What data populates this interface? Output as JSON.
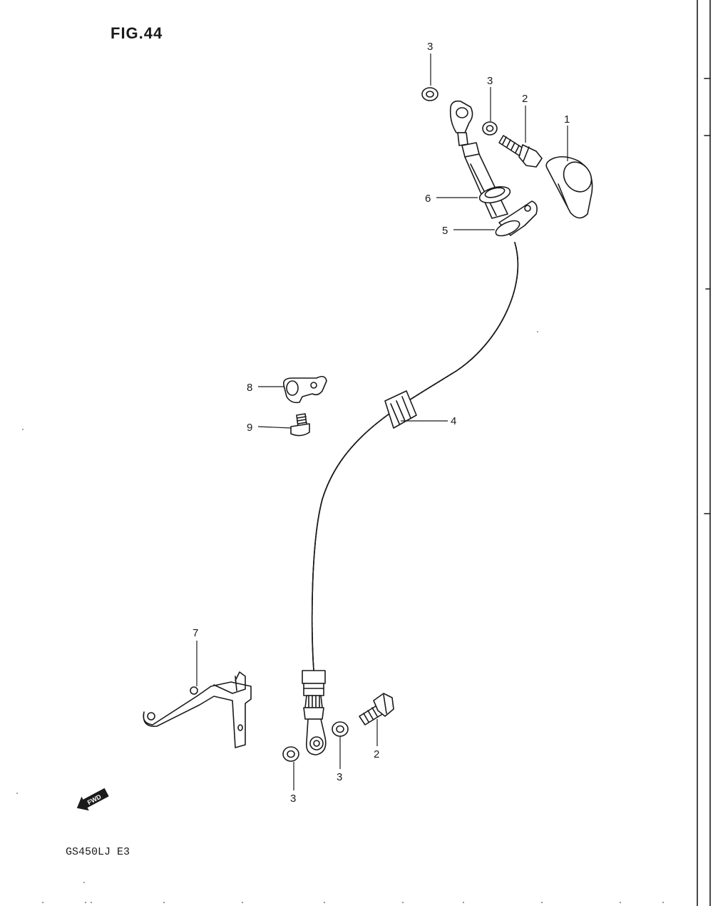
{
  "figure_title": "FIG.44",
  "model_code": "GS450LJ E3",
  "direction_mark": "FWD",
  "callouts": [
    {
      "id": "c1",
      "label": "1"
    },
    {
      "id": "c2a",
      "label": "2"
    },
    {
      "id": "c2b",
      "label": "2"
    },
    {
      "id": "c3a",
      "label": "3"
    },
    {
      "id": "c3b",
      "label": "3"
    },
    {
      "id": "c3c",
      "label": "3"
    },
    {
      "id": "c3d",
      "label": "3"
    },
    {
      "id": "c4",
      "label": "4"
    },
    {
      "id": "c5",
      "label": "5"
    },
    {
      "id": "c6",
      "label": "6"
    },
    {
      "id": "c7",
      "label": "7"
    },
    {
      "id": "c8",
      "label": "8"
    },
    {
      "id": "c9",
      "label": "9"
    }
  ]
}
